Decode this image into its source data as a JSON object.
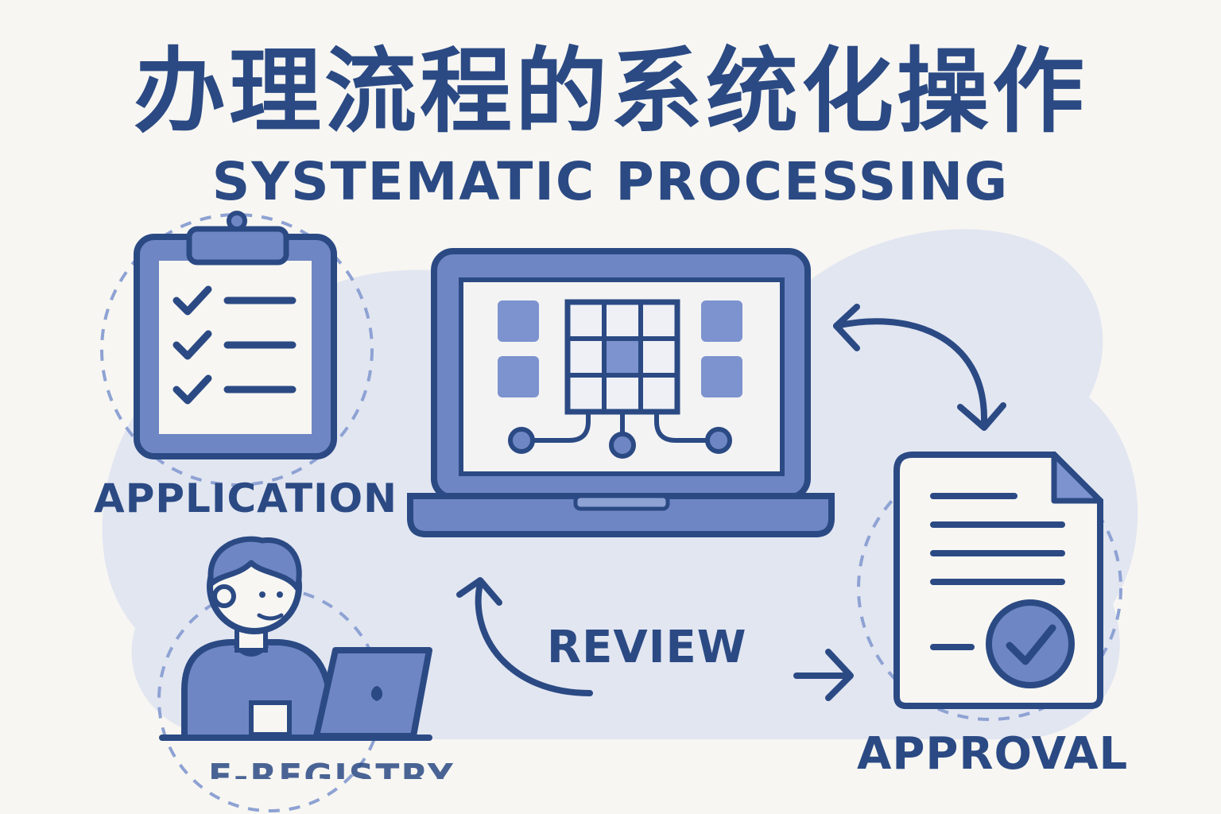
{
  "title": {
    "chinese": "办理流程的系统化操作",
    "english": "SYSTEMATIC PROCESSING"
  },
  "steps": {
    "application": "APPLICATION",
    "review": "REVIEW",
    "approval": "APPROVAL",
    "bottom_partial": "E-REGISTRY"
  },
  "colors": {
    "primary": "#2b4a84",
    "accent": "#6f86c4",
    "background": "#f7f6f2",
    "blob": "#dfe4f1"
  },
  "icons": [
    "clipboard-checklist-icon",
    "laptop-dashboard-icon",
    "person-at-laptop-icon",
    "approved-document-icon",
    "cycle-arrows-icon"
  ]
}
